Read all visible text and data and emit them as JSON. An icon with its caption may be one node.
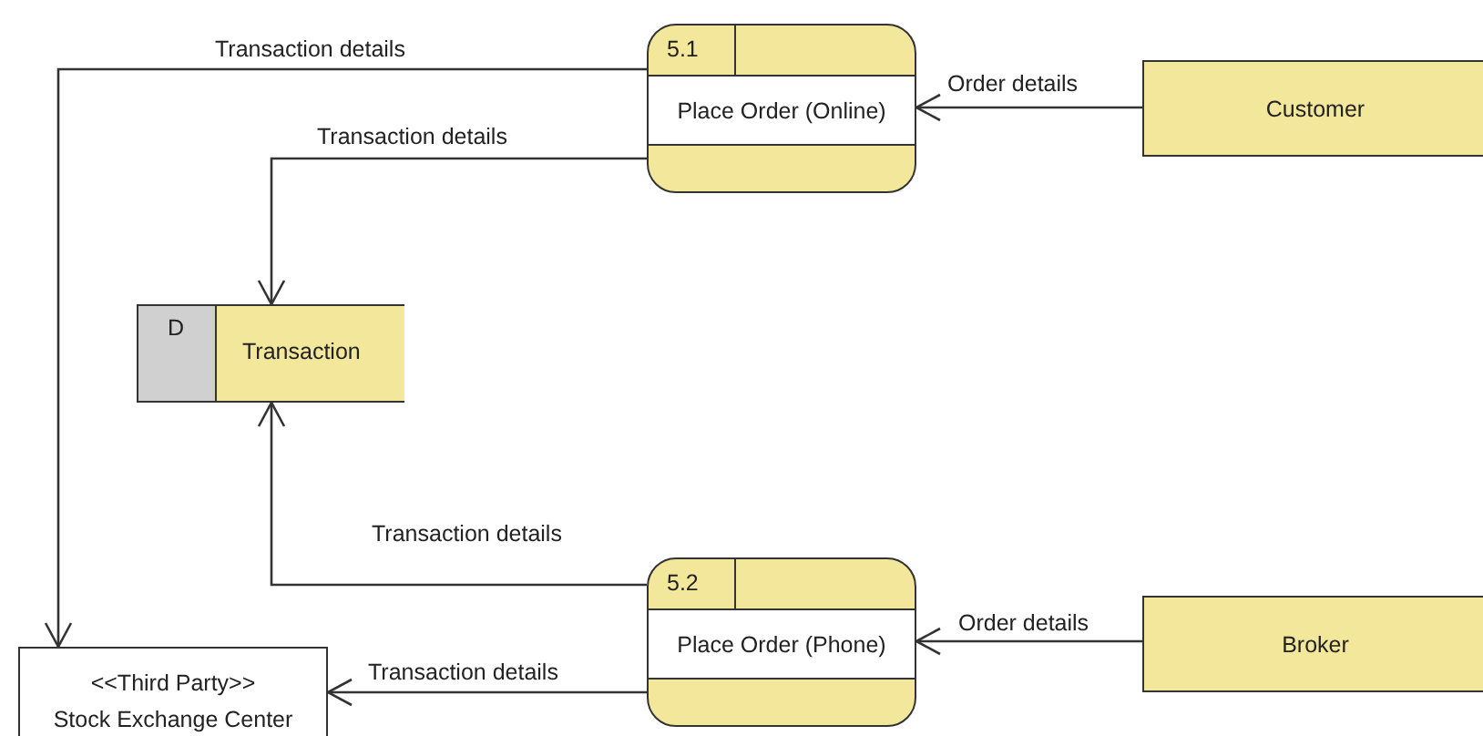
{
  "diagram": {
    "nodes": [
      {
        "text": [
          "5.1",
          "Place Order (Online)"
        ]
      },
      {
        "text": [
          "Customer"
        ]
      },
      {
        "text": [
          "D",
          "Transaction"
        ]
      },
      {
        "text": [
          "5.2",
          "Place Order (Phone)"
        ]
      },
      {
        "text": [
          "Broker"
        ]
      },
      {
        "text": [
          "<<Third Party>>",
          "Stock Exchange Center"
        ]
      }
    ],
    "edges": [
      {
        "from": 1,
        "to": 0,
        "arrow": "to",
        "label": "Order details"
      },
      {
        "from": 0,
        "to": 5,
        "arrow": "to",
        "label": "Transaction details"
      },
      {
        "from": 0,
        "to": 2,
        "arrow": "to",
        "label": "Transaction details"
      },
      {
        "from": 3,
        "to": 2,
        "arrow": "to",
        "label": "Transaction details"
      },
      {
        "from": 3,
        "to": 5,
        "arrow": "to",
        "label": "Transaction details"
      },
      {
        "from": 4,
        "to": 3,
        "arrow": "to",
        "label": "Order details"
      }
    ]
  }
}
